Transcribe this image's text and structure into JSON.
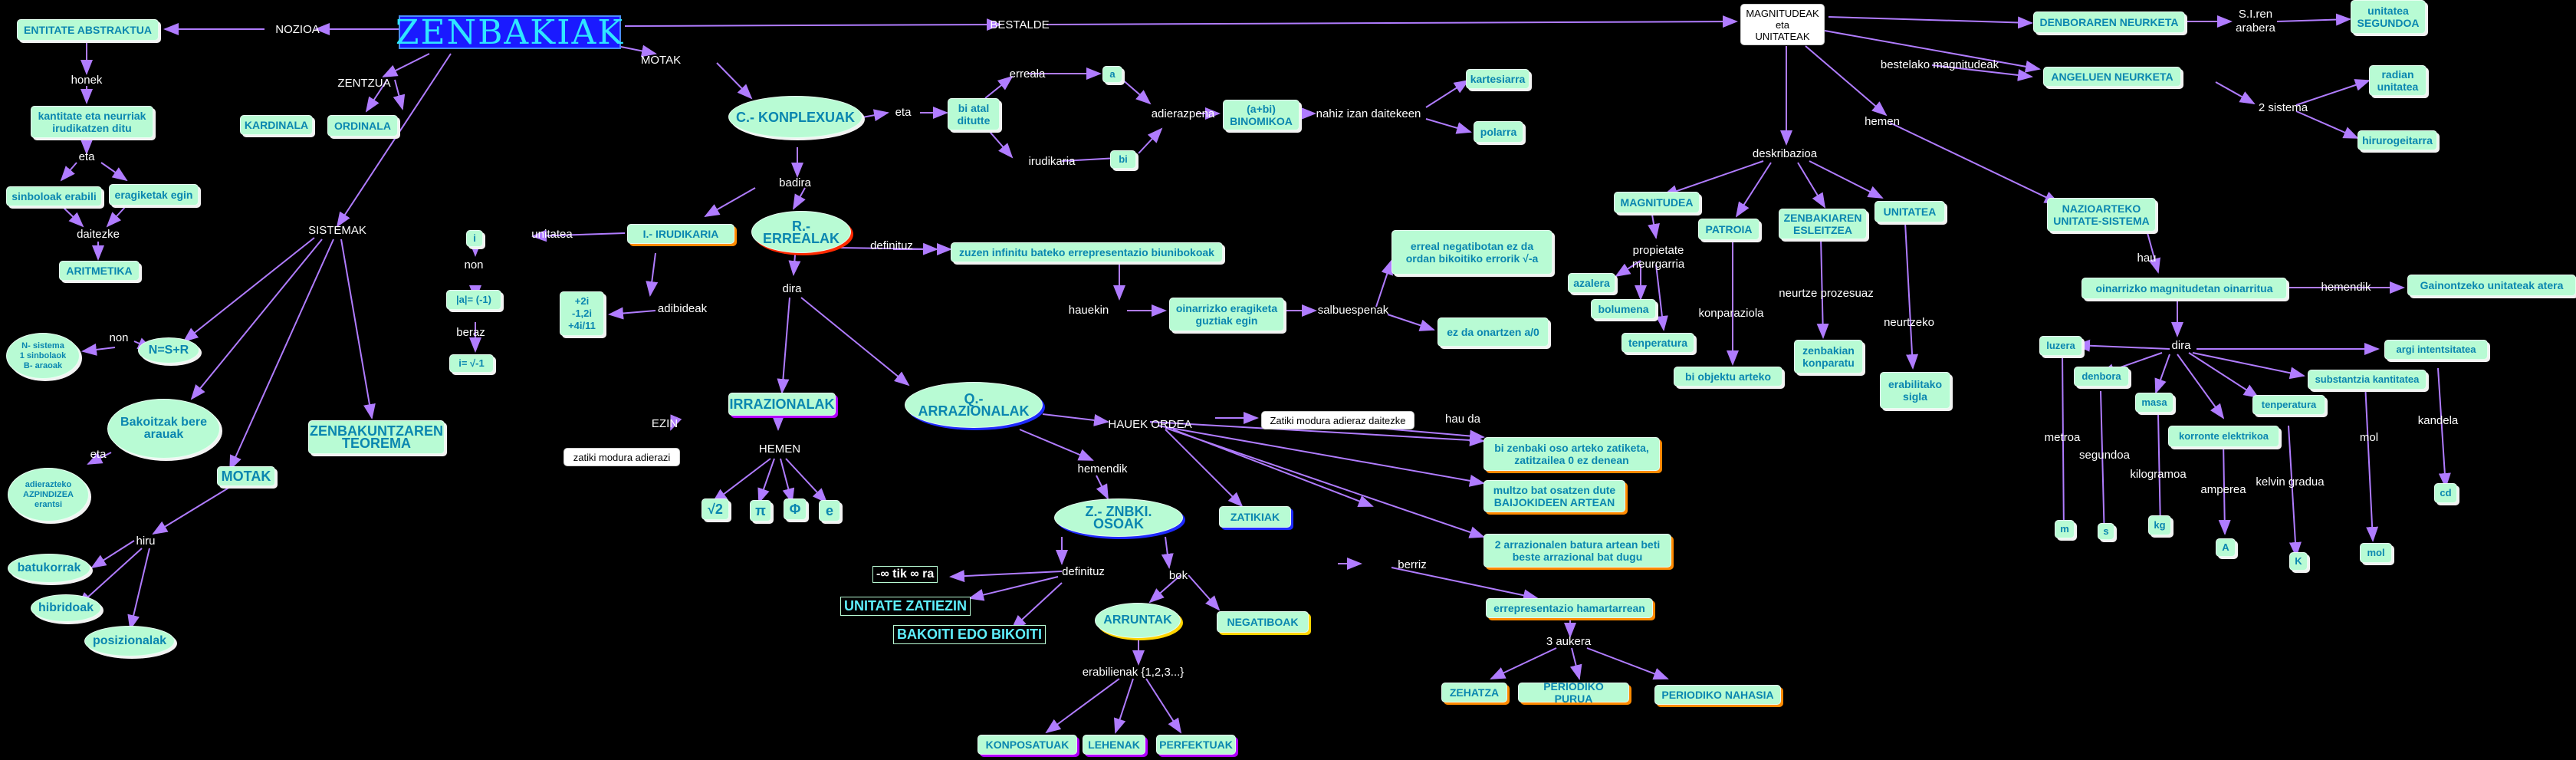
{
  "title": "ZENBAKIAK",
  "colors": {
    "node_fill": "#b8fbd4",
    "node_text": "#0a86b0",
    "link": "#b07cff",
    "title_fill": "#1a1aff"
  },
  "nodes": {
    "entitate_abstraktua": "ENTITATE ABSTRAKTUA",
    "kantitate": "kantitate eta neurriak\nirudikatzen ditu",
    "sinboloak": "sinboloak erabili",
    "eragiketak": "eragiketak egin",
    "aritmetika": "ARITMETIKA",
    "kardinala": "KARDINALA",
    "ordinala": "ORDINALA",
    "n_sistema": "N- sistema\n1 sinbolaok\nB- araoak",
    "n_eq": "N=S+R",
    "bakoitzak": "Bakoitzak bere\narauak",
    "adierazteko": "adierazteko\nAZPINDIZEA\nerantsi",
    "motak_box": "MOTAK",
    "batukorrak": "batukorrak",
    "hibridoak": "hibridoak",
    "posizionalak": "posizionalak",
    "zenbakuntza": "ZENBAKUNTZAREN\nTEOREMA",
    "c_konplexuak": "C.- KONPLEXUAK",
    "bi_atal": "bi atal\nditutte",
    "a_box": "a",
    "bi_box": "bi",
    "binomikoa": "(a+bi)\nBINOMIKOA",
    "kartesiarra": "kartesiarra",
    "polarra": "polarra",
    "i_unit": "i",
    "i_irudikaria": "I.- IRUDIKARIA",
    "i_eq1": "|a|= (-1)",
    "i_eq2": "i= √-1",
    "adib_list": "+2i\n-1,2i\n+4i/11",
    "r_erreala": "R.- ERREALAK",
    "zuzen": "zuzen infinitu bateko errepresentazio biunibokoak",
    "oinarrizko_erag": "oinarrizko eragiketa\nguztiak egin",
    "erreal_negatibotan": "erreal negatibotan ez da\nordan bikoitiko errorik √-a",
    "ez_da_onartzen": "ez da onartzen  a/0",
    "irrazionalak": "IRRAZIONALAK",
    "zatiki_irr": "zatiki modura adierazi",
    "sqrt2": "√2",
    "pi": "π",
    "phi": "Φ",
    "e": "e",
    "q_arrazionalak": "Q.- ARRAZIONALAK",
    "zatiki_modura": "Zatiki modura adieraz daitezke",
    "bi_zenbaki": "bi zenbaki oso arteko zatiketa,\nzatitzailea 0 ez denean",
    "multzo_bat": "multzo bat osatzen dute\nBAIJOKIDEEN ARTEAN",
    "bi_arrazional": "2 arrazionalen batura artean beti\nbeste arrazional bat dugu",
    "errepresentazio_hamart": "errepresentazio hamartarrean",
    "zehatza": "ZEHATZA",
    "periodiko_purua": "PERIODIKO PURUA",
    "periodiko_nahasia": "PERIODIKO NAHASIA",
    "z_osoak": "Z.- ZNBKI. OSOAK",
    "zatikiak": "ZATIKIAK",
    "infinity": "-∞ tik ∞ ra",
    "unitate_zatiezin": "UNITATE ZATIEZIN",
    "bakoiti": "BAKOITI EDO BIKOITI",
    "arruntak": "ARRUNTAK",
    "negatiboak": "NEGATIBOAK",
    "konposatuak": "KONPOSATUAK",
    "lehenak": "LEHENAK",
    "perfektuak": "PERFEKTUAK",
    "magnitudeak": "MAGNITUDEAK\neta\nUNITATEAK",
    "denboraren": "DENBORAREN NEURKETA",
    "unitatea_segundoa": "unitatea\nSEGUNDOA",
    "angeluen": "ANGELUEN NEURKETA",
    "radian": "radian\nunitatea",
    "hirurogeitarra": "hirurogeitarra",
    "magnitudea": "MAGNITUDEA",
    "azalera": "azalera",
    "bolumena": "bolumena",
    "tenperatura_m": "tenperatura",
    "patroia": "PATROIA",
    "bi_objektu": "bi objektu arteko",
    "zenbakiaren_ezl": "ZENBAKIAREN\nESLEITZEA",
    "zenbakian": "zenbakian\nkonparatu",
    "unitatea_u": "UNITATEA",
    "erabilitako": "erabilitako\nsigla",
    "nazioarteko": "NAZIOARTEKO\nUNITATE-SISTEMA",
    "oinarrizko_magn": "oinarrizko magnitudetan oinarritua",
    "gainontzeko": "Gainontzeko unitateak atera",
    "luzera": "luzera",
    "denbora": "denbora",
    "masa": "masa",
    "korronte": "korronte elektrikoa",
    "tenperatura": "tenperatura",
    "argi": "argi intentsitatea",
    "substantzia": "substantzia kantitatea",
    "m": "m",
    "s": "s",
    "kg": "kg",
    "A": "A",
    "K": "K",
    "mol_box": "mol",
    "cd": "cd"
  },
  "labels": {
    "nozioa": "NOZIOA",
    "bestalde": "BESTALDE",
    "honek": "honek",
    "eta": "eta",
    "daitezke": "daitezke",
    "zenzua": "ZENTZUA",
    "motak": "MOTAK",
    "sistemak": "SISTEMAK",
    "non": "non",
    "eta2": "eta",
    "hiru": "hiru",
    "eta3": "eta",
    "erreala": "erreala",
    "irudikaria": "irudikaria",
    "adierazpena": "adierazpena",
    "nahiz": "nahiz izan daitekeen",
    "badira": "badira",
    "unitatea": "unitatea",
    "non2": "non",
    "beraz": "beraz",
    "adibideak": "adibideak",
    "definituz": "definituz",
    "hauekin": "hauekin",
    "salbuespenak": "salbuespenak",
    "dira": "dira",
    "ezin": "EZIN",
    "hemen": "HEMEN",
    "hauek_ordea": "HAUEK ORDEA",
    "hau_da": "hau da",
    "hemendik": "hemendik",
    "berriz": "berriz",
    "aukera": "3 aukera",
    "definituz2": "definituz",
    "bok": "bok",
    "erabilienak": "erabilienak {1,2,3...}",
    "bestelako": "bestelako magnitudeak",
    "s_ren": "S.I.ren\narabera",
    "sistema2": "2 sistema",
    "deskribazioa": "deskribazioa",
    "hemen2": "hemen",
    "propietate": "propietate\nneurgarria",
    "konparaziola": "konparaziola",
    "neurtze": "neurtze prozesuaz",
    "neurtzeko": "neurtzeko",
    "hau": "hau",
    "hemendik2": "hemendik",
    "dira2": "dira",
    "metroa": "metroa",
    "segundoa": "segundoa",
    "kilogramoa": "kilogramoa",
    "amperea": "amperea",
    "kelvin": "kelvin gradua",
    "mol": "mol",
    "kandela": "kandela"
  }
}
